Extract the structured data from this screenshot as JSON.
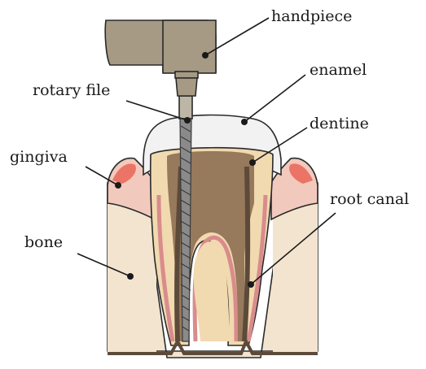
{
  "labels": {
    "handpiece": "handpiece",
    "enamel": "enamel",
    "rotary_file": "rotary file",
    "dentine": "dentine",
    "gingiva": "gingiva",
    "root_canal": "root canal",
    "bone": "bone"
  },
  "colors": {
    "handpiece": "#a69a84",
    "enamel": "#f2f2f2",
    "dentine": "#f1d9b0",
    "pulp": "#8d6e52",
    "canal": "#5c4a3a",
    "gingiva": "#f2c9bd",
    "gingiva_edge": "#e8574a",
    "bone": "#f3e4cf",
    "root_outline": "#d98c8c"
  }
}
